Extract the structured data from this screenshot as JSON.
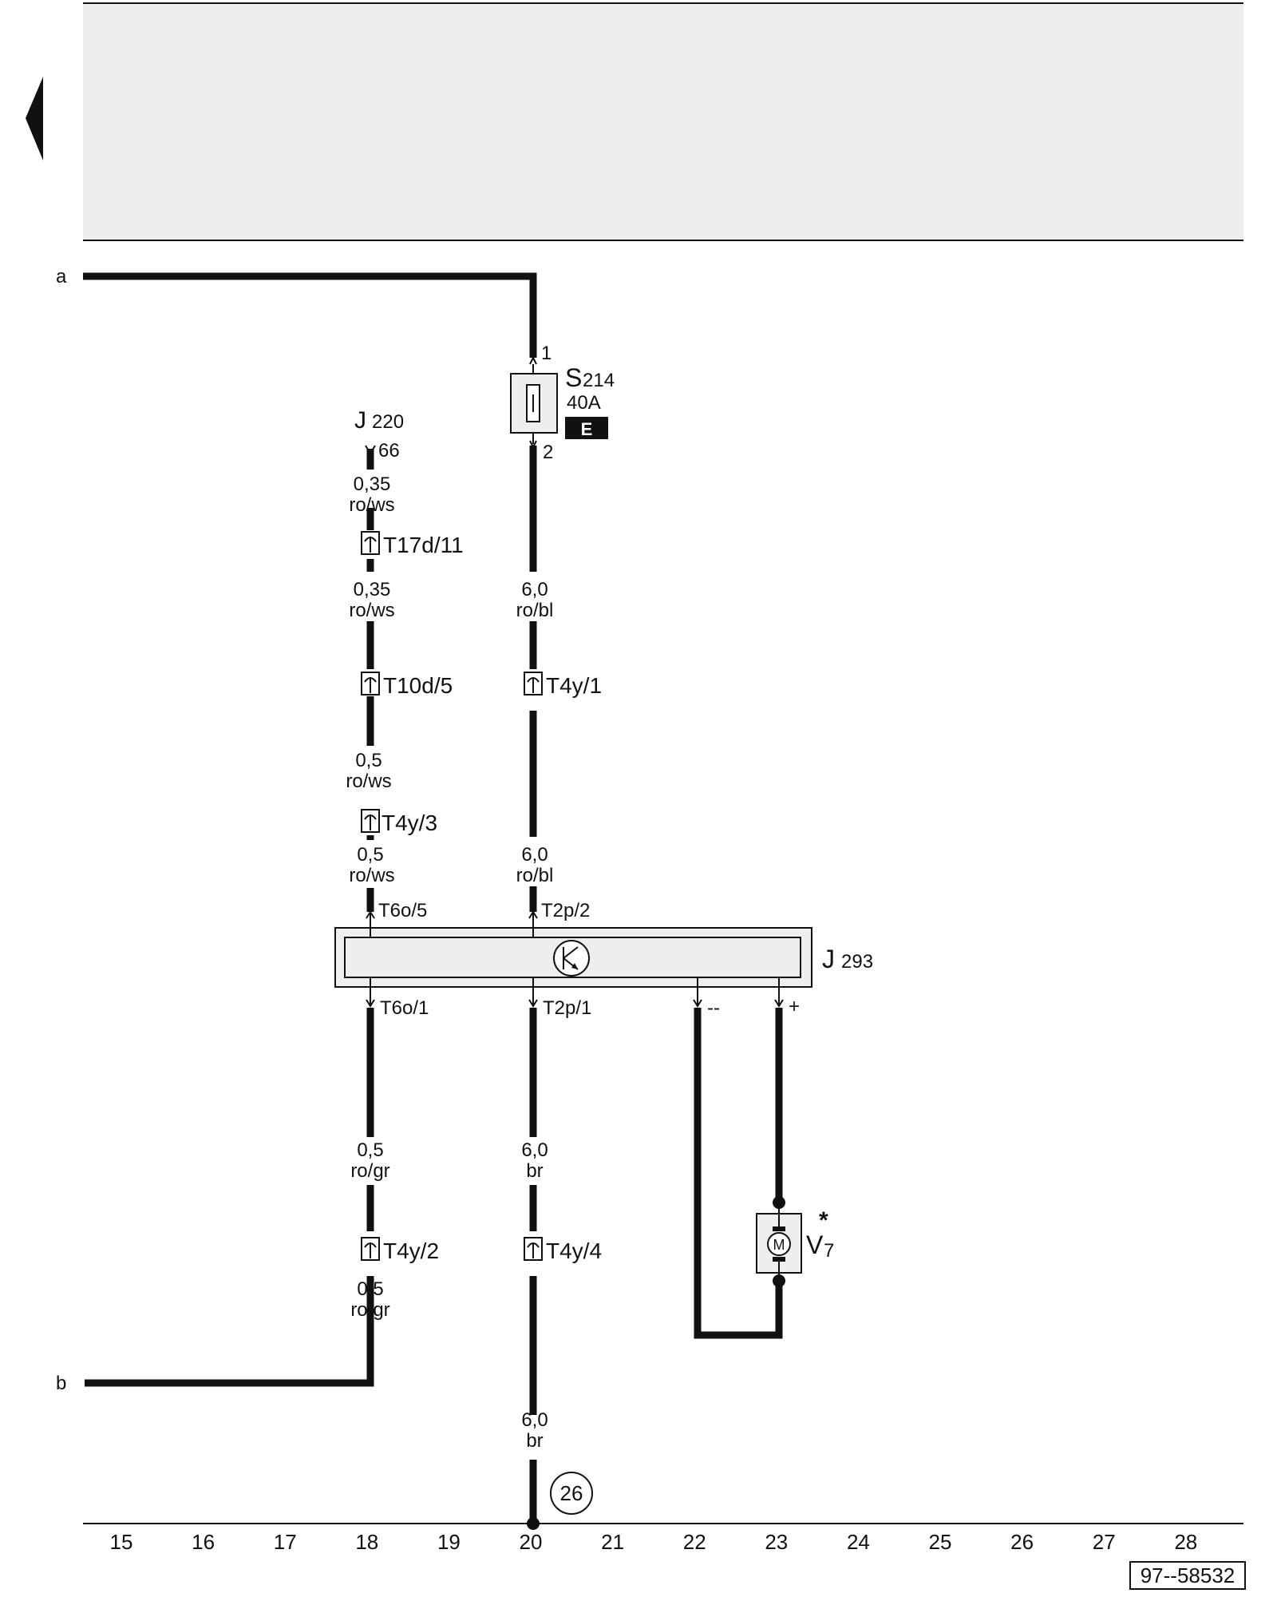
{
  "left_nav": {
    "icon": "triangle-left-icon"
  },
  "endpoints": {
    "a": "a",
    "b": "b"
  },
  "fuse": {
    "id": "S",
    "sub": "214",
    "rating": "40A",
    "badge": "E",
    "pin_in": "1",
    "pin_out": "2"
  },
  "j220": {
    "id": "J",
    "sub": "220",
    "pin": "66"
  },
  "wires": {
    "w1": {
      "size": "0,35",
      "color": "ro/ws"
    },
    "w2": {
      "size": "0,35",
      "color": "ro/ws"
    },
    "w3": {
      "size": "0,5",
      "color": "ro/ws"
    },
    "w4": {
      "size": "0,5",
      "color": "ro/ws"
    },
    "w5": {
      "size": "6,0",
      "color": "ro/bl"
    },
    "w6": {
      "size": "6,0",
      "color": "ro/bl"
    },
    "w7": {
      "size": "0,5",
      "color": "ro/gr"
    },
    "w8": {
      "size": "0,5",
      "color": "ro/gr"
    },
    "w9": {
      "size": "6,0",
      "color": "br"
    },
    "w10": {
      "size": "6,0",
      "color": "br"
    }
  },
  "connectors": {
    "c1": "T17d/11",
    "c2": "T10d/5",
    "c3": "T4y/3",
    "c4": "T4y/1",
    "c5": "T4y/2",
    "c6": "T4y/4"
  },
  "module": {
    "id": "J",
    "sub": "293",
    "pin_in_left": "T6o/5",
    "pin_in_mid": "T2p/2",
    "pin_out_left": "T6o/1",
    "pin_out_mid": "T2p/1",
    "pin_minus": "--",
    "pin_plus": "+"
  },
  "motor": {
    "id": "V",
    "sub": "7",
    "symbol": "M",
    "note": "*"
  },
  "ground": {
    "number": "26"
  },
  "grid_numbers": [
    "15",
    "16",
    "17",
    "18",
    "19",
    "20",
    "21",
    "22",
    "23",
    "24",
    "25",
    "26",
    "27",
    "28"
  ],
  "doc_ref": "97--58532"
}
